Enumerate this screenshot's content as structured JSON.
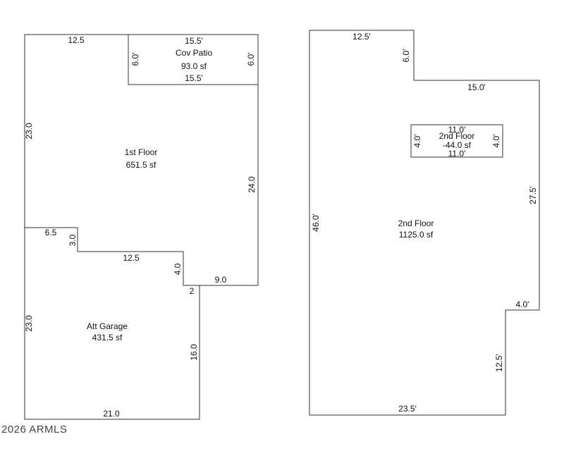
{
  "first_floor": {
    "room_label": "1st Floor",
    "room_area": "651.5 sf",
    "dim_top_left": "12.5",
    "dim_left": "23.0",
    "dim_right": "24.0",
    "dim_step_bottom": "9.0"
  },
  "patio": {
    "label": "Cov Patio",
    "area": "93.0 sf",
    "dim_top": "15.5'",
    "dim_bottom": "15.5'",
    "dim_left": "6.0'",
    "dim_right": "6.0'"
  },
  "garage": {
    "label": "Att Garage",
    "area": "431.5 sf",
    "dim_notch_top": "6.5",
    "dim_notch_side": "3.0",
    "dim_mid": "12.5",
    "dim_step": "4.0",
    "dim_small": "2",
    "dim_left": "23.0",
    "dim_right": "16.0",
    "dim_bottom": "21.0"
  },
  "second_floor": {
    "label": "2nd  Floor",
    "area": "1125.0 sf",
    "dim_top": "12.5'",
    "dim_notch": "6.0'",
    "dim_upper_right": "15.0'",
    "dim_right": "27.5'",
    "dim_left": "46.0'",
    "dim_step": "4.0'",
    "dim_lower_right": "12.5'",
    "dim_bottom": "23.5'"
  },
  "opening": {
    "label": "2nd  Floor",
    "area": "-44.0 sf",
    "dim_top": "11.0'",
    "dim_bottom": "11.0'",
    "dim_left": "4.0'",
    "dim_right": "4.0'"
  },
  "footer": {
    "copyright": "2026 ARMLS"
  }
}
